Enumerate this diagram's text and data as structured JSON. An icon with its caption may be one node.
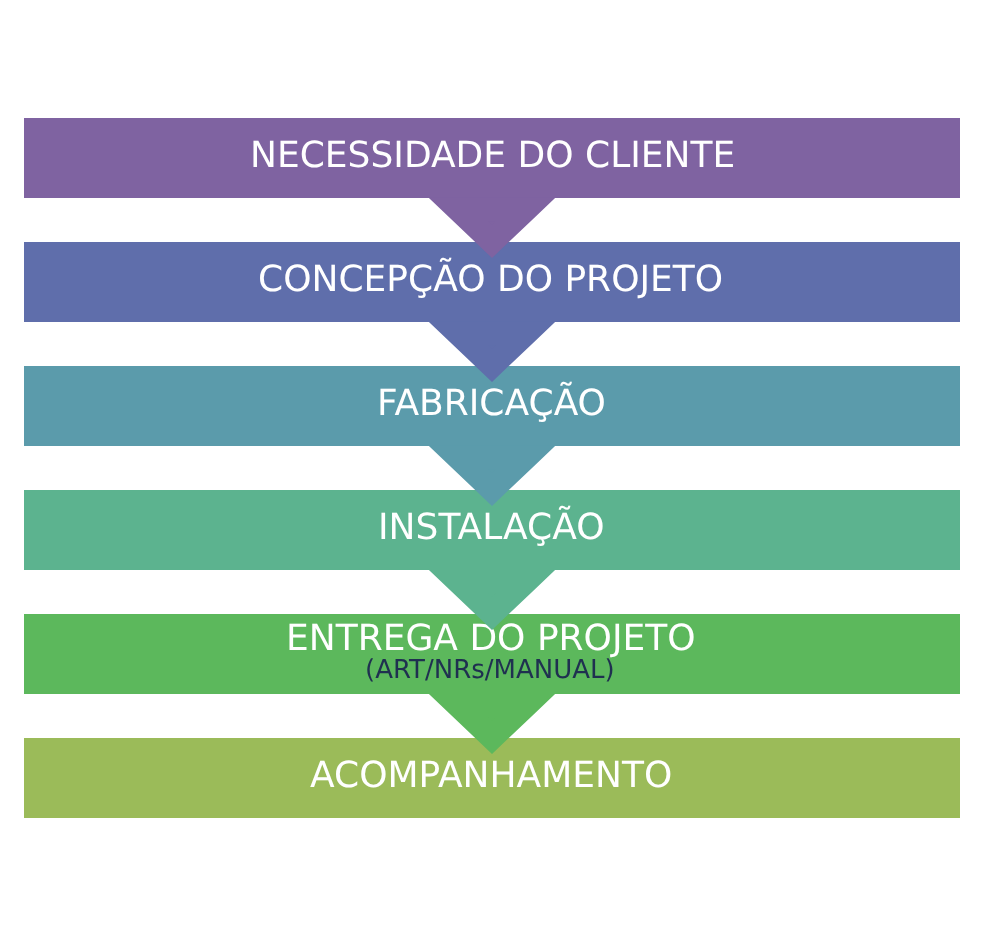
{
  "diagram": {
    "nodes": [
      {
        "text": [
          "NECESSIDADE DO CLIENTE"
        ]
      },
      {
        "text": [
          "CONCEPÇÃO DO PROJETO"
        ]
      },
      {
        "text": [
          "FABRICAÇÃO"
        ]
      },
      {
        "text": [
          "INSTALAÇÃO"
        ]
      },
      {
        "text": [
          "ENTREGA DO PROJETO",
          "(ART/NRs/MANUAL)"
        ]
      },
      {
        "text": [
          "ACOMPANHAMENTO"
        ]
      }
    ],
    "edges": [
      {
        "from": 0,
        "to": 1,
        "arrow": "to",
        "style": "thick",
        "color": "#7f63a1"
      },
      {
        "from": 1,
        "to": 2,
        "arrow": "to",
        "style": "thick",
        "color": "#5f6eab"
      },
      {
        "from": 2,
        "to": 3,
        "arrow": "to",
        "style": "thick",
        "color": "#5b9bab"
      },
      {
        "from": 3,
        "to": 4,
        "arrow": "to",
        "style": "thick",
        "color": "#5cb38f"
      },
      {
        "from": 4,
        "to": 5,
        "arrow": "to",
        "style": "thick",
        "color": "#5cb85c"
      }
    ]
  }
}
